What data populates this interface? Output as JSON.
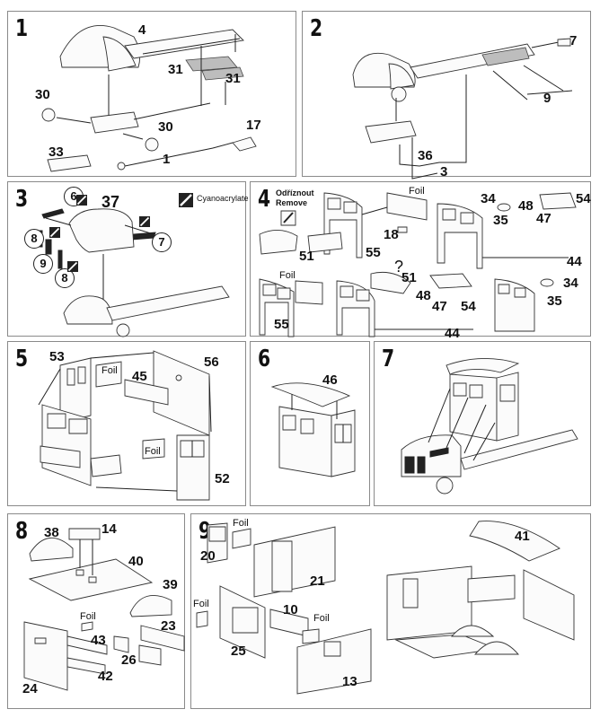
{
  "document": {
    "type": "model kit assembly instructions",
    "legend": {
      "glue_icon": "cyanoacrylate-glue-icon",
      "glue_label": "Cyanoacrylate"
    },
    "cut_note": {
      "czech": "Odříznout",
      "english": "Remove",
      "icon": "knife-cut-icon"
    }
  },
  "steps": [
    {
      "number": "1",
      "parts": [
        "4",
        "31",
        "31",
        "30",
        "30",
        "17",
        "33",
        "1"
      ]
    },
    {
      "number": "2",
      "parts": [
        "7",
        "9",
        "36",
        "3"
      ]
    },
    {
      "number": "3",
      "parts": [
        "6",
        "37",
        "7",
        "8",
        "9",
        "8"
      ],
      "circled_parts": [
        "6",
        "7",
        "8",
        "9",
        "8"
      ]
    },
    {
      "number": "4",
      "parts": [
        "51",
        "55",
        "18",
        "34",
        "35",
        "48",
        "47",
        "54",
        "44",
        "55",
        "51",
        "48",
        "47",
        "54",
        "44",
        "34",
        "35"
      ],
      "foil_labels": [
        "Foil",
        "Foil"
      ],
      "question_mark": "?"
    },
    {
      "number": "5",
      "parts": [
        "53",
        "45",
        "56",
        "52"
      ],
      "foil_labels": [
        "Foil",
        "Foil"
      ]
    },
    {
      "number": "6",
      "parts": [
        "46"
      ]
    },
    {
      "number": "7",
      "parts": []
    },
    {
      "number": "8",
      "parts": [
        "38",
        "14",
        "40",
        "39",
        "43",
        "23",
        "26",
        "42",
        "24"
      ],
      "foil_labels": [
        "Foil"
      ]
    },
    {
      "number": "9",
      "parts": [
        "20",
        "21",
        "10",
        "25",
        "13",
        "41"
      ],
      "foil_labels": [
        "Foil",
        "Foil",
        "Foil"
      ]
    }
  ]
}
